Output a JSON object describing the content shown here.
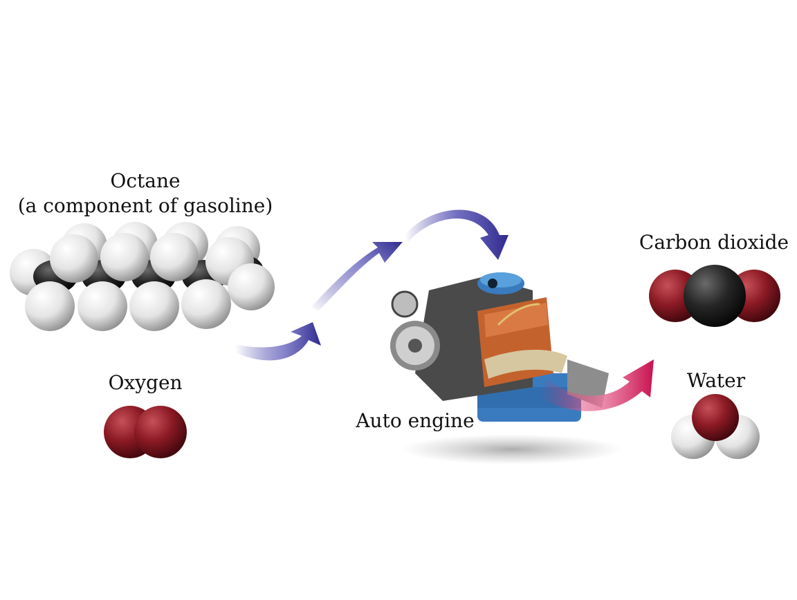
{
  "labels": {
    "octane": "Octane",
    "octane_sub": "(a component of gasoline)",
    "oxygen": "Oxygen",
    "engine": "Auto engine",
    "co2": "Carbon dioxide",
    "water": "Water"
  },
  "colors": {
    "hydrogen": "#e6e6e6",
    "carbon": "#1c1c1c",
    "oxygen": "#8b1a24",
    "reactant_arrow": "#3f3aa0",
    "product_arrow": "#d81b5e",
    "engine_orange": "#c4622d",
    "engine_blue": "#3a7bbf"
  }
}
